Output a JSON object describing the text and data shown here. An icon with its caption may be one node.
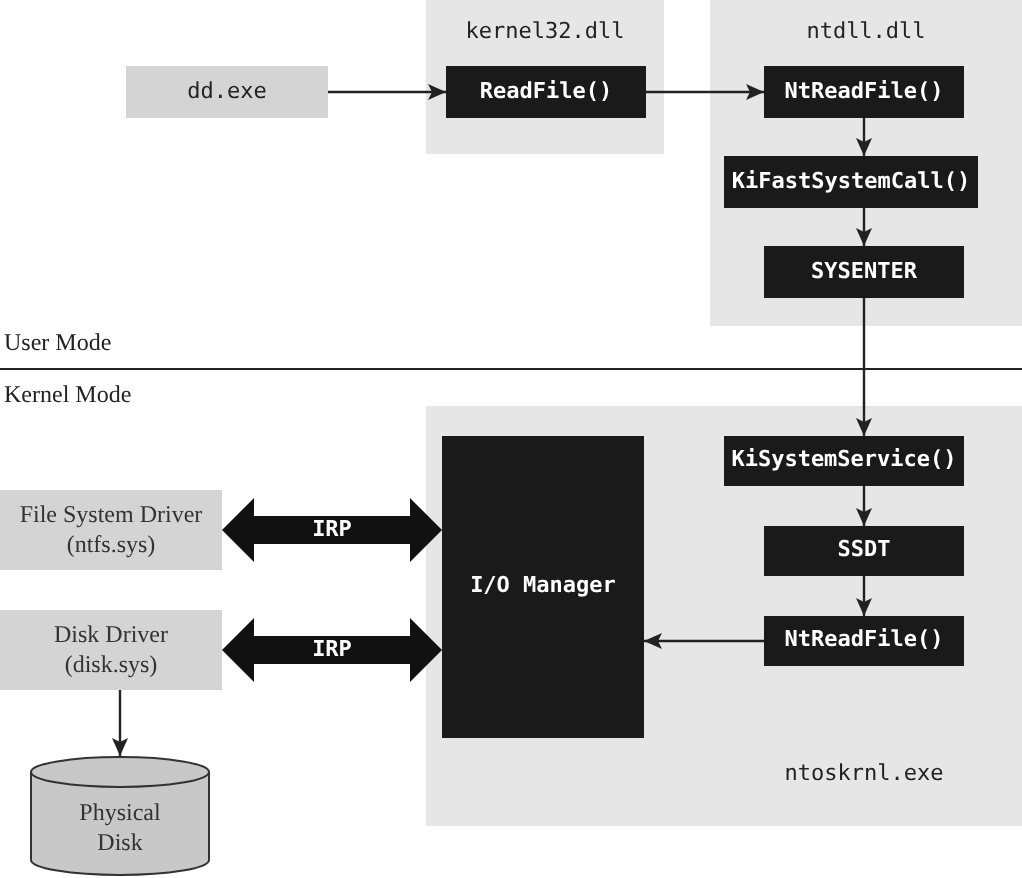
{
  "diagram": {
    "nodes": [
      {
        "text": [
          "dd.exe"
        ]
      },
      {
        "text": [
          "kernel32.dll"
        ]
      },
      {
        "text": [
          "ReadFile()"
        ],
        "in": 1
      },
      {
        "text": [
          "ntdll.dll"
        ]
      },
      {
        "text": [
          "NtReadFile()"
        ],
        "in": 3
      },
      {
        "text": [
          "KiFastSystemCall()"
        ],
        "in": 3
      },
      {
        "text": [
          "SYSENTER"
        ],
        "in": 3
      },
      {
        "text": [
          "ntoskrnl.exe"
        ]
      },
      {
        "text": [
          "I/O Manager"
        ],
        "in": 7
      },
      {
        "text": [
          "KiSystemService()"
        ],
        "in": 7
      },
      {
        "text": [
          "SSDT"
        ],
        "in": 7
      },
      {
        "text": [
          "NtReadFile()"
        ],
        "in": 7
      },
      {
        "text": [
          "File System Driver (ntfs.sys)"
        ]
      },
      {
        "text": [
          "Disk Driver (disk.sys)"
        ]
      },
      {
        "text": [
          "Physical Disk"
        ]
      }
    ],
    "edges": [
      {
        "from": 0,
        "to": 2,
        "arrow": "to"
      },
      {
        "from": 2,
        "to": 4,
        "arrow": "to"
      },
      {
        "from": 4,
        "to": 5,
        "arrow": "to"
      },
      {
        "from": 5,
        "to": 6,
        "arrow": "to"
      },
      {
        "from": 6,
        "to": 9,
        "arrow": "to"
      },
      {
        "from": 9,
        "to": 10,
        "arrow": "to"
      },
      {
        "from": 10,
        "to": 11,
        "arrow": "to"
      },
      {
        "from": 11,
        "to": 8,
        "arrow": "to"
      },
      {
        "from": 12,
        "to": 8,
        "arrow": "both",
        "label": "IRP",
        "style": "thick"
      },
      {
        "from": 13,
        "to": 8,
        "arrow": "both",
        "label": "IRP",
        "style": "thick"
      },
      {
        "from": 13,
        "to": 14,
        "arrow": "to"
      }
    ],
    "labels": [
      "User Mode",
      "Kernel Mode"
    ]
  }
}
